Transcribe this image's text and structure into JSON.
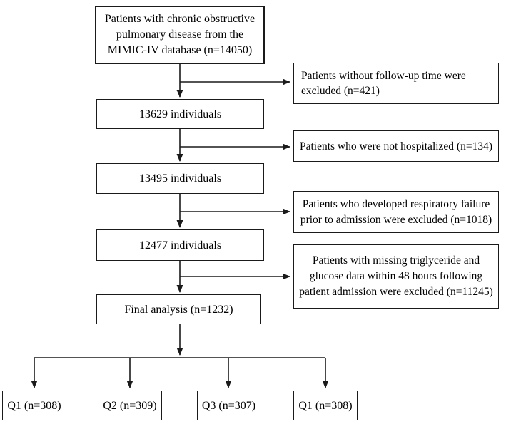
{
  "flowchart": {
    "source": {
      "lines": [
        "Patients with chronic obstructive",
        "pulmonary disease from the",
        "MIMIC-IV database (n=14050)"
      ]
    },
    "steps": [
      {
        "label": "13629 individuals"
      },
      {
        "label": "13495 individuals"
      },
      {
        "label": "12477 individuals"
      }
    ],
    "final": {
      "label": "Final analysis (n=1232)"
    },
    "exclusions": [
      {
        "lines": [
          "Patients without follow-up time were",
          "excluded (n=421)"
        ]
      },
      {
        "lines": [
          "Patients who were not hospitalized (n=134)"
        ]
      },
      {
        "lines": [
          "Patients who developed respiratory failure",
          "prior to admission were excluded (n=1018)"
        ]
      },
      {
        "lines": [
          "Patients with missing triglyceride and",
          "glucose data within 48 hours following",
          "patient admission were excluded (n=11245)"
        ]
      }
    ],
    "quartiles": [
      {
        "label": "Q1 (n=308)"
      },
      {
        "label": "Q2 (n=309)"
      },
      {
        "label": "Q3 (n=307)"
      },
      {
        "label": "Q1 (n=308)"
      }
    ],
    "colors": {
      "line": "#1a1a1a",
      "background": "#ffffff",
      "text": "#000000"
    }
  }
}
